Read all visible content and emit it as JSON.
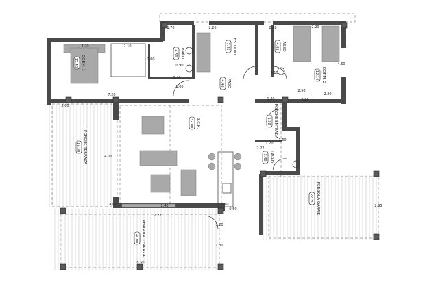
{
  "rooms": [
    {
      "name": "DORM. 1",
      "area": "15.40"
    },
    {
      "name": "BAÑO",
      "area": "4.50"
    },
    {
      "name": "ESTUDIO",
      "area": "7.45"
    },
    {
      "name": "ASEO",
      "area": "4.05"
    },
    {
      "name": "DORM. 2",
      "area": "12.14"
    },
    {
      "name": "PASO",
      "area": "4.40"
    },
    {
      "name": "S.C.K.",
      "area": "32.00"
    },
    {
      "name": "PORCHE TERRAZA",
      "area": "17.30"
    },
    {
      "name": "PORCHE ENTRADA",
      "area": "1.30"
    },
    {
      "name": "LAVAD.",
      "area": "3.40"
    },
    {
      "name": "PERGOLA GARAJE",
      "area": "22.30"
    },
    {
      "name": "PERGOLA TERRAZA",
      "area": "24.00"
    }
  ],
  "dimensions": [
    "3.20",
    "2.10",
    "1.70",
    "2.20",
    "0.90",
    "2.00",
    "2.40",
    "1.00",
    "7.20",
    "3.60",
    "2.20",
    "2.88",
    "2.20",
    "4.60",
    "4.10",
    "1.40",
    "2.20",
    "2.50",
    "1.20",
    "2.22",
    "1.60",
    "4.00",
    "4.00",
    "2.40",
    "0.40",
    "2.72",
    "0.50",
    "8.50",
    "2.95",
    "1.20",
    "1.30"
  ]
}
